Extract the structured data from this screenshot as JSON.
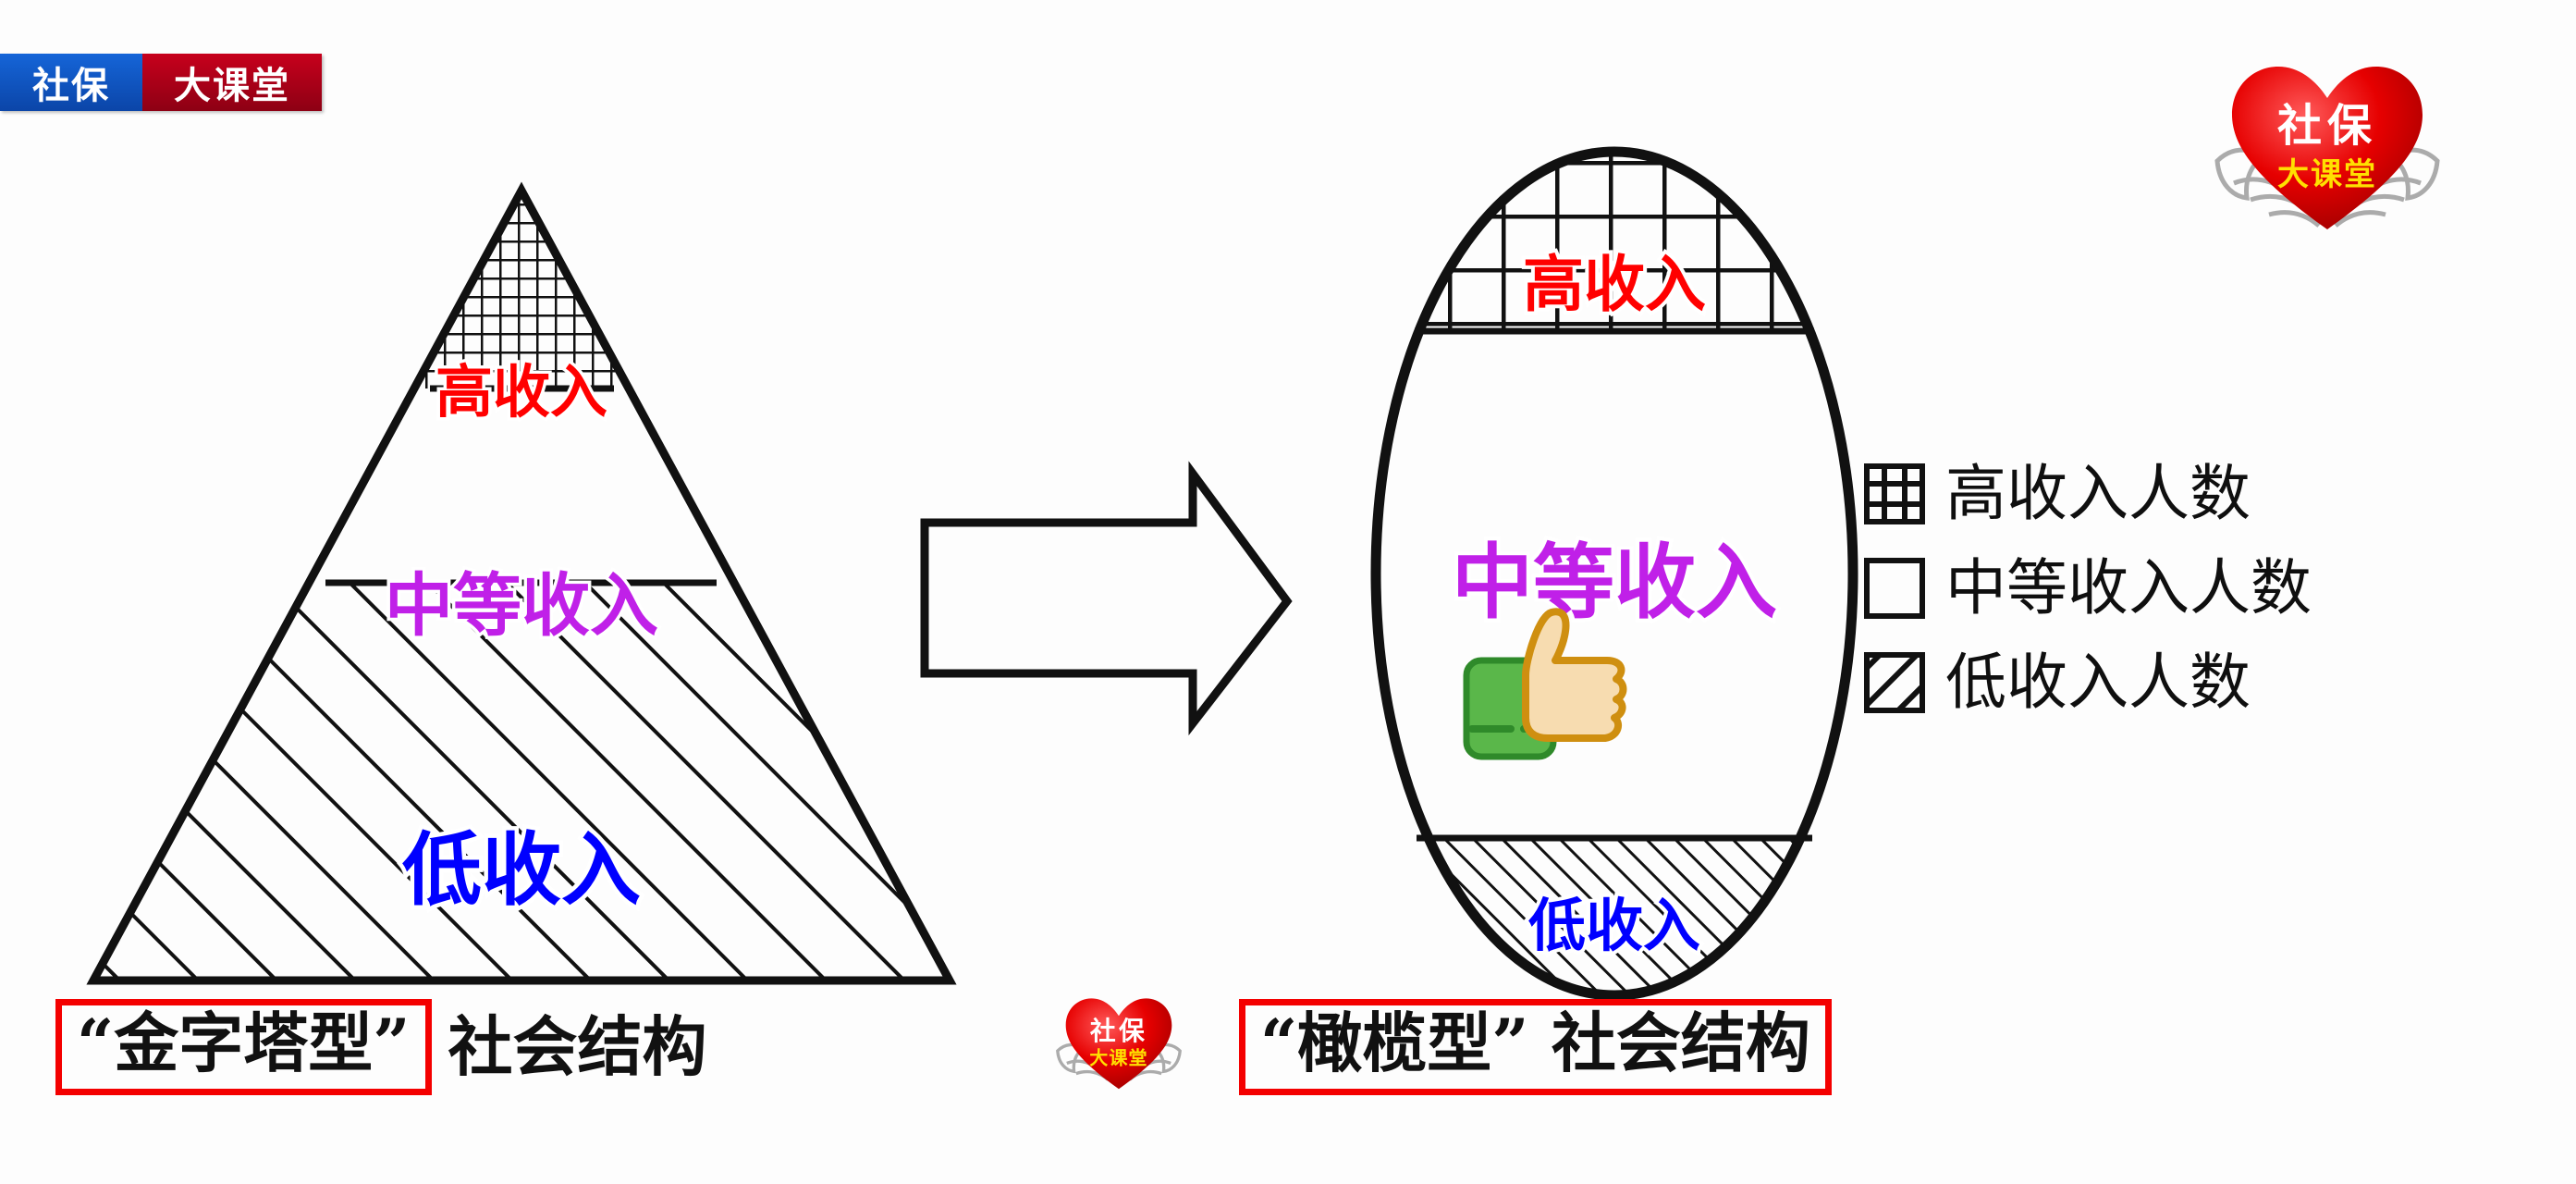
{
  "brand_badge": {
    "left_text": "社保",
    "right_text": "大课堂",
    "left_color": "#0b45a8",
    "right_color": "#8d0014"
  },
  "heart_logo": {
    "top_text": "社保",
    "bottom_text": "大课堂",
    "heart_color": "#e00000",
    "top_text_color": "#ffffff",
    "bottom_text_color": "#ffe000"
  },
  "colors": {
    "high_income": "#ff0000",
    "middle_income": "#c020e8",
    "low_income": "#0000ff",
    "outline": "#111111",
    "red_box": "#f40000"
  },
  "pyramid": {
    "name": "金字塔型",
    "tiers": [
      {
        "key": "high",
        "label": "高收入",
        "fill": "grid-pattern",
        "color": "#ff0000"
      },
      {
        "key": "middle",
        "label": "中等收入",
        "fill": "blank",
        "color": "#c020e8"
      },
      {
        "key": "low",
        "label": "低收入",
        "fill": "diagonal-hatch",
        "color": "#0000ff"
      }
    ]
  },
  "olive": {
    "name": "橄榄型",
    "tiers": [
      {
        "key": "high",
        "label": "高收入",
        "fill": "grid-pattern",
        "color": "#ff0000"
      },
      {
        "key": "middle",
        "label": "中等收入",
        "fill": "blank",
        "color": "#c020e8"
      },
      {
        "key": "low",
        "label": "低收入",
        "fill": "diagonal-hatch",
        "color": "#0000ff"
      }
    ]
  },
  "arrow": {
    "direction": "right",
    "label": "transform-arrow"
  },
  "legend": {
    "items": [
      {
        "swatch": "grid-pattern",
        "label": "高收入人数"
      },
      {
        "swatch": "blank",
        "label": "中等收入人数"
      },
      {
        "swatch": "diagonal-hatch",
        "label": "低收入人数"
      }
    ]
  },
  "captions": {
    "left": {
      "quoted": "“金字塔型”",
      "rest": "社会结构"
    },
    "right": {
      "full": "“橄榄型” 社会结构"
    }
  },
  "chart_data": {
    "type": "diagram",
    "title": "社会结构对比：金字塔型 vs 橄榄型",
    "shapes": [
      {
        "name": "金字塔型",
        "geometry": "triangle",
        "segments": [
          {
            "label": "高收入",
            "pattern": "grid",
            "share_approx": 0.12
          },
          {
            "label": "中等收入",
            "pattern": "none",
            "share_approx": 0.24
          },
          {
            "label": "低收入",
            "pattern": "hatch",
            "share_approx": 0.64
          }
        ]
      },
      {
        "name": "橄榄型",
        "geometry": "ellipse",
        "segments": [
          {
            "label": "高收入",
            "pattern": "grid",
            "share_approx": 0.17
          },
          {
            "label": "中等收入",
            "pattern": "none",
            "share_approx": 0.63
          },
          {
            "label": "低收入",
            "pattern": "hatch",
            "share_approx": 0.2
          }
        ]
      }
    ],
    "legend": [
      "高收入人数",
      "中等收入人数",
      "低收入人数"
    ]
  }
}
